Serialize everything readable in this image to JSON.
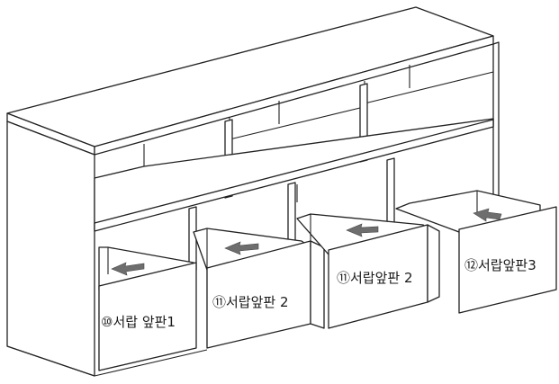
{
  "labels": {
    "drawer_front_1": "⑩서랍 앞판1",
    "drawer_front_2a": "⑪서랍앞판 2",
    "drawer_front_2b": "⑪서랍앞판 2",
    "drawer_front_3": "⑫서랍앞판3"
  },
  "colors": {
    "line": "#222222",
    "arrow": "#6e6e6e",
    "background": "#ffffff"
  },
  "icons": [
    "insert-arrow-icon"
  ]
}
